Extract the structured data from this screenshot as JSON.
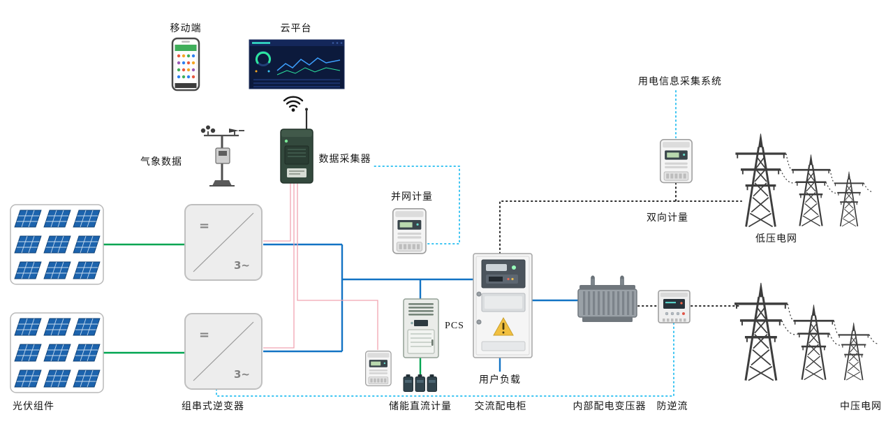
{
  "colors": {
    "pv_line": "#00a551",
    "ac_line": "#1273c4",
    "comm_line": "#3bc4f2",
    "signal_line": "#f0a3b0",
    "meter_line": "#2b2b2b",
    "panel_blue": "#1c63ad",
    "panel_blue_dark": "#0d3f73",
    "tower_gray": "#3d3d3d",
    "dashboard_bg": "#0c1a3c",
    "warning_yellow": "#f2c040"
  },
  "cloud_layer": {
    "mobile_label": "移动端",
    "cloud_label": "云平台"
  },
  "acquisition": {
    "weather_label": "气象数据",
    "collector_label": "数据采集器",
    "grid_meter_label": "并网计量",
    "power_info_label": "用电信息采集系统",
    "bidirectional_label": "双向计量"
  },
  "generation": {
    "pv_label": "光伏组件",
    "inverter_label": "组串式逆变器",
    "inverter_dc": "=",
    "inverter_ac": "3~"
  },
  "storage": {
    "meter_label": "储能直流计量",
    "pcs_label": "PCS"
  },
  "distribution": {
    "ac_cabinet_label": "交流配电柜",
    "user_load_label": "用户负载",
    "transformer_label": "内部配电变压器",
    "anti_backflow_label": "防逆流"
  },
  "grid": {
    "lv_label": "低压电网",
    "mv_label": "中压电网"
  }
}
